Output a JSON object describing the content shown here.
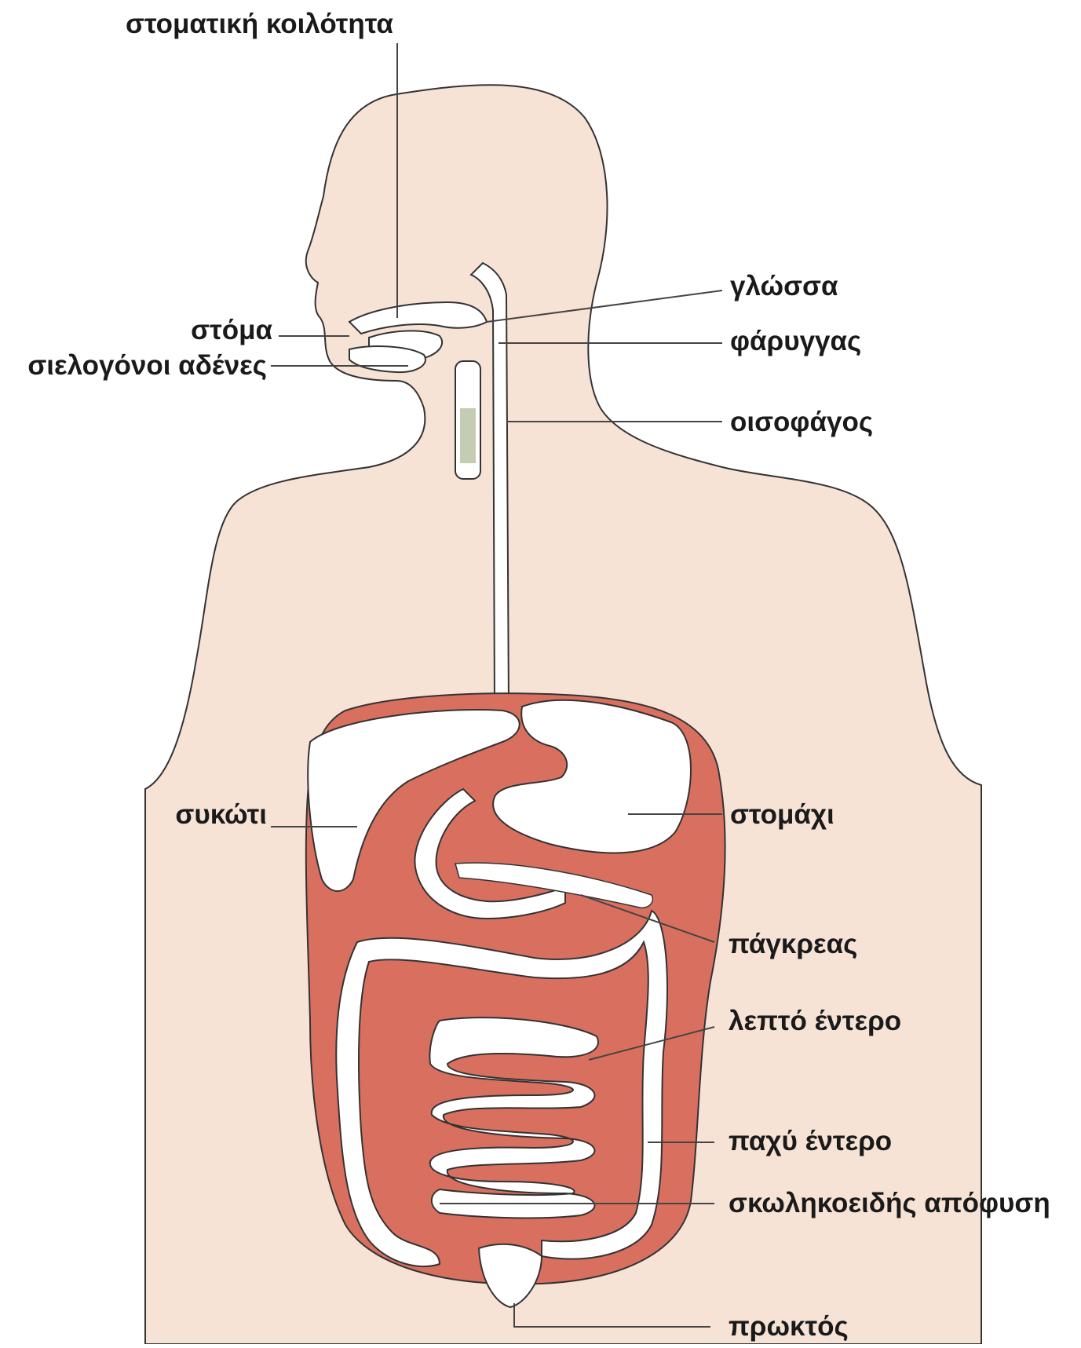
{
  "labels": {
    "oral_cavity": "στοματική κοιλότητα",
    "tongue": "γλώσσα",
    "mouth": "στόμα",
    "pharynx": "φάρυγγας",
    "salivary_glands": "σιελογόνοι αδένες",
    "esophagus": "οισοφάγος",
    "liver": "συκώτι",
    "stomach": "στομάχι",
    "pancreas": "πάγκρεας",
    "small_intestine": "λεπτό έντερο",
    "large_intestine": "παχύ έντερο",
    "appendix": "σκωληκοειδής απόφυση",
    "anus": "πρωκτός"
  },
  "colors": {
    "skin": "#f6e3d6",
    "organ_fill": "#d9705f",
    "organ_highlight": "#ffffff",
    "outline": "#333333",
    "leader": "#444444"
  }
}
